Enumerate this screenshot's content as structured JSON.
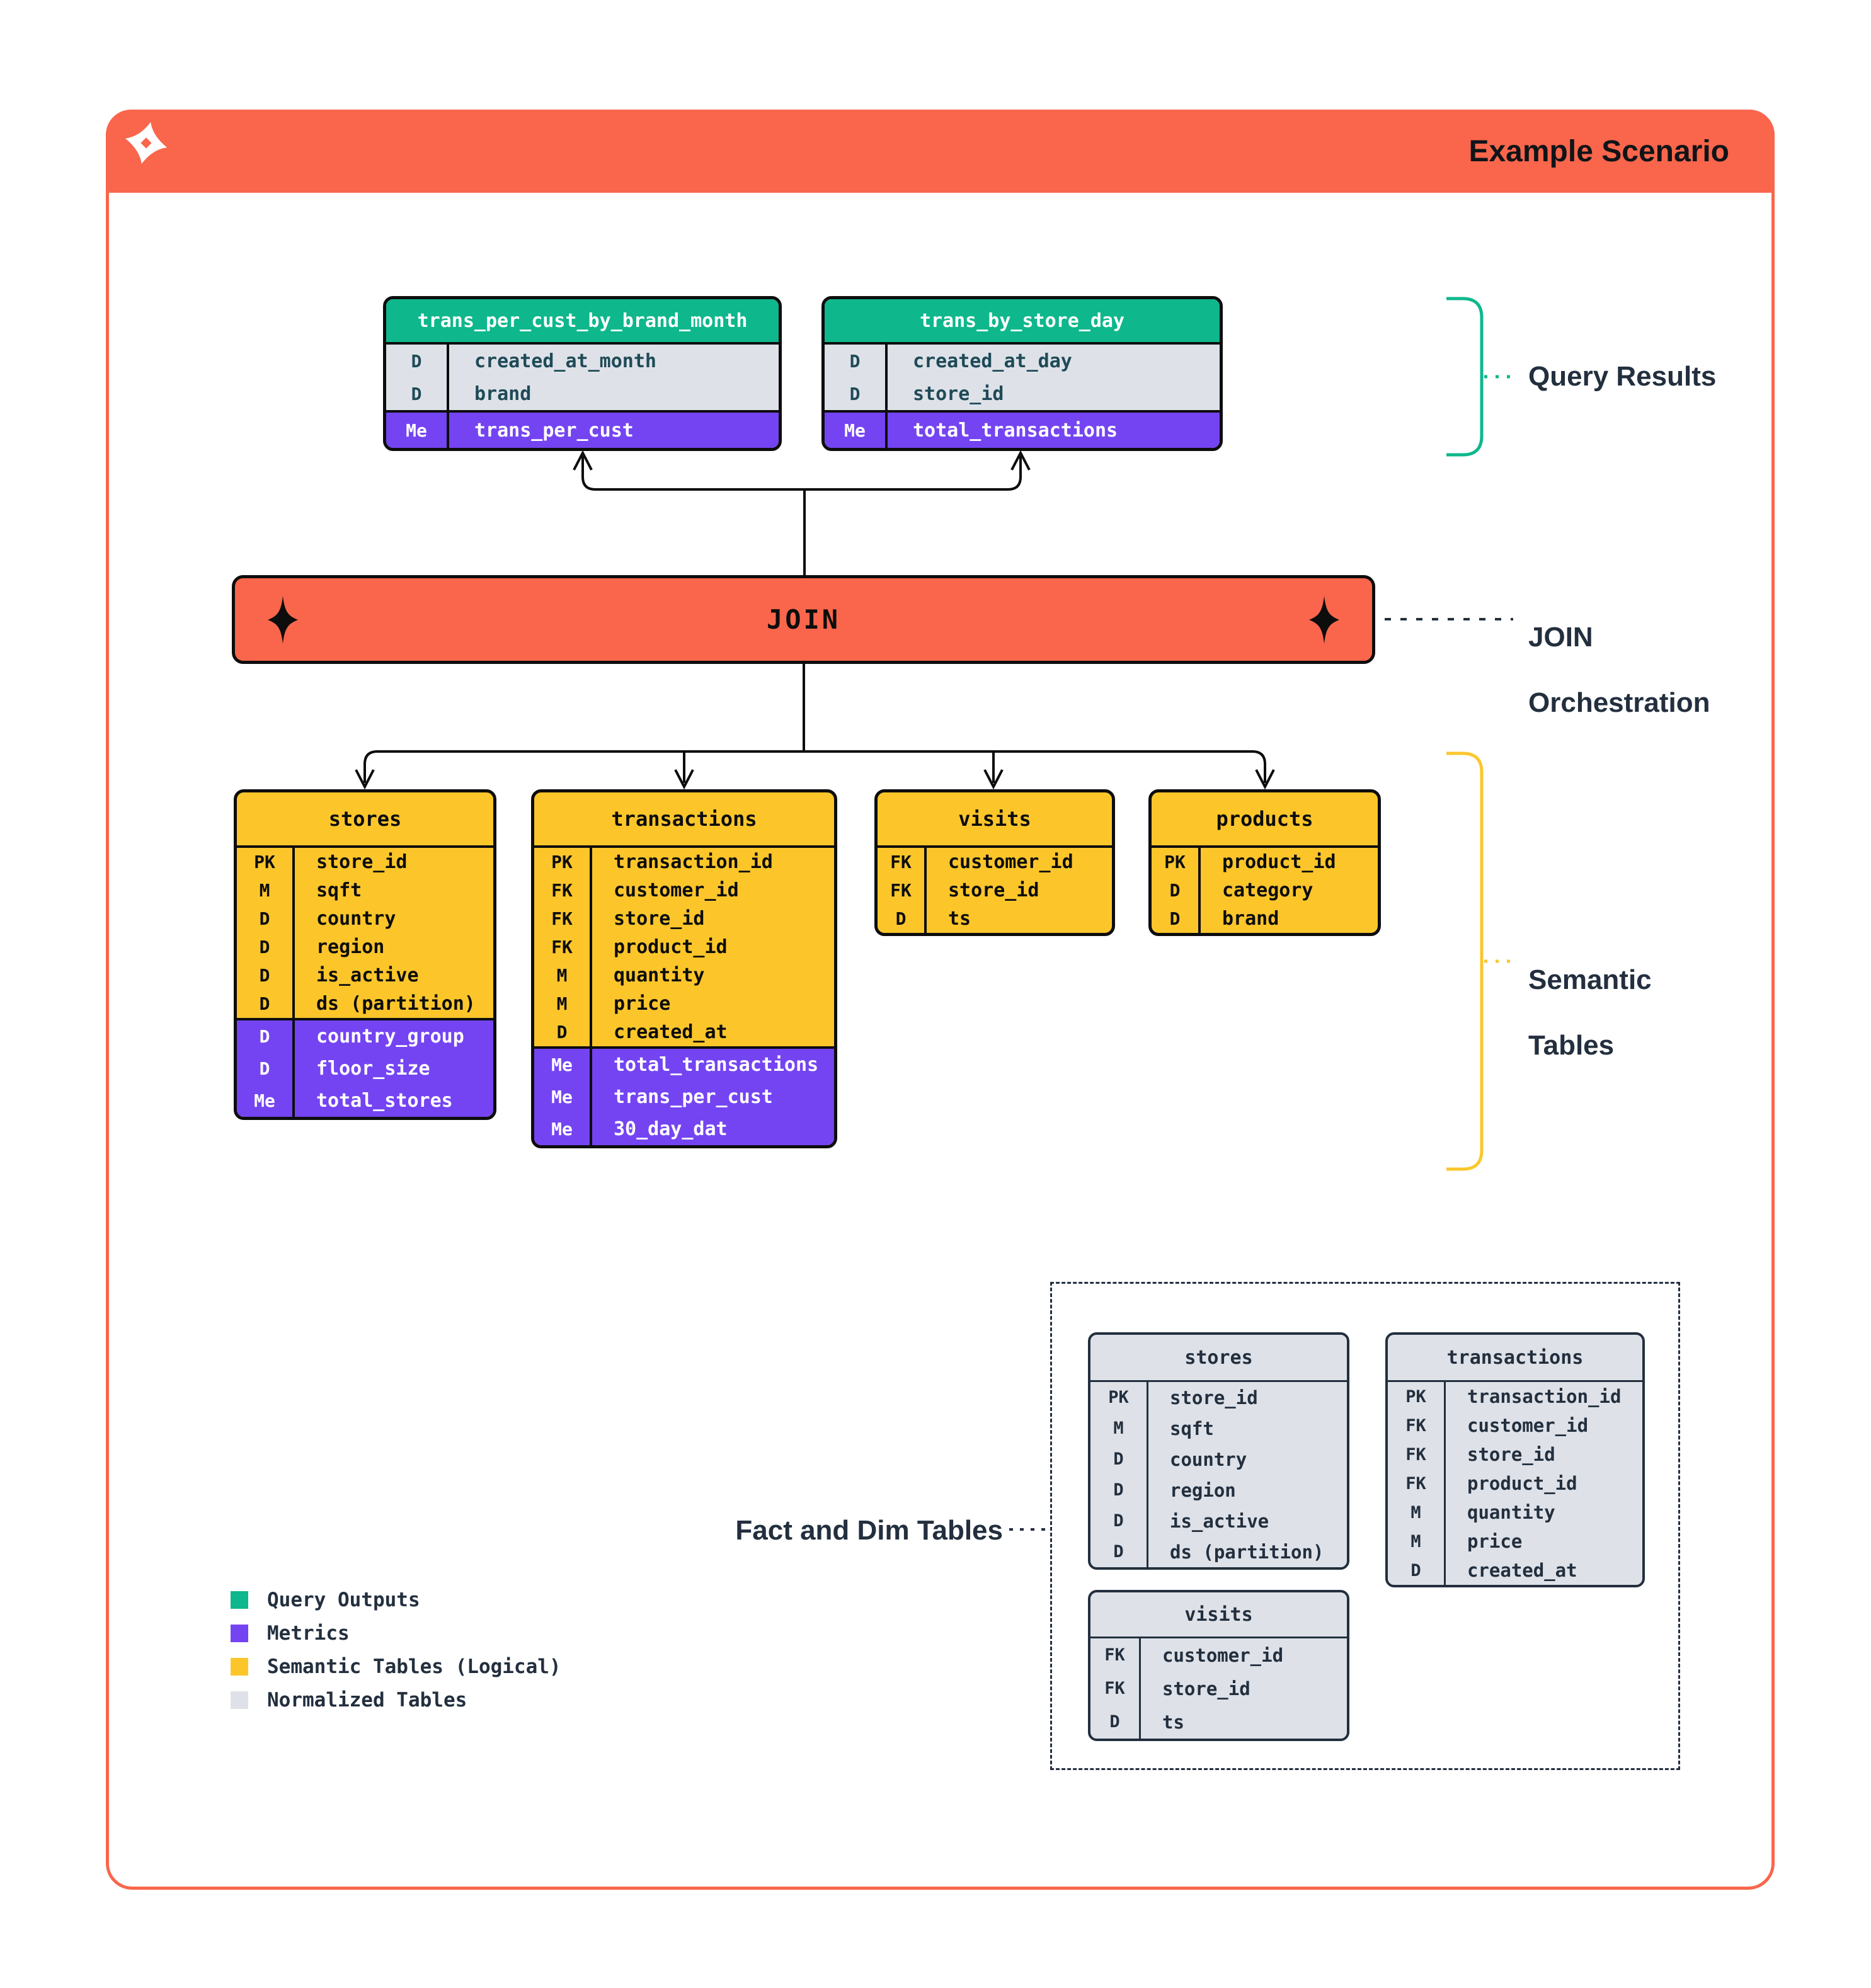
{
  "header": {
    "title": "Example Scenario"
  },
  "join": {
    "label": "JOIN"
  },
  "query_results_tables": [
    {
      "title": "trans_per_cust_by_brand_month",
      "rows": [
        {
          "k": "D",
          "n": "created_at_month"
        },
        {
          "k": "D",
          "n": "brand"
        }
      ],
      "metrics": [
        {
          "k": "Me",
          "n": "trans_per_cust"
        }
      ]
    },
    {
      "title": "trans_by_store_day",
      "rows": [
        {
          "k": "D",
          "n": "created_at_day"
        },
        {
          "k": "D",
          "n": "store_id"
        }
      ],
      "metrics": [
        {
          "k": "Me",
          "n": "total_transactions"
        }
      ]
    }
  ],
  "semantic_tables": [
    {
      "title": "stores",
      "rows": [
        {
          "k": "PK",
          "n": "store_id"
        },
        {
          "k": "M",
          "n": "sqft"
        },
        {
          "k": "D",
          "n": "country"
        },
        {
          "k": "D",
          "n": "region"
        },
        {
          "k": "D",
          "n": "is_active"
        },
        {
          "k": "D",
          "n": "ds (partition)"
        }
      ],
      "metrics": [
        {
          "k": "D",
          "n": "country_group"
        },
        {
          "k": "D",
          "n": "floor_size"
        },
        {
          "k": "Me",
          "n": "total_stores"
        }
      ]
    },
    {
      "title": "transactions",
      "rows": [
        {
          "k": "PK",
          "n": "transaction_id"
        },
        {
          "k": "FK",
          "n": "customer_id"
        },
        {
          "k": "FK",
          "n": "store_id"
        },
        {
          "k": "FK",
          "n": "product_id"
        },
        {
          "k": "M",
          "n": "quantity"
        },
        {
          "k": "M",
          "n": "price"
        },
        {
          "k": "D",
          "n": "created_at"
        }
      ],
      "metrics": [
        {
          "k": "Me",
          "n": "total_transactions"
        },
        {
          "k": "Me",
          "n": "trans_per_cust"
        },
        {
          "k": "Me",
          "n": "30_day_dat"
        }
      ]
    },
    {
      "title": "visits",
      "rows": [
        {
          "k": "FK",
          "n": "customer_id"
        },
        {
          "k": "FK",
          "n": "store_id"
        },
        {
          "k": "D",
          "n": "ts"
        }
      ]
    },
    {
      "title": "products",
      "rows": [
        {
          "k": "PK",
          "n": "product_id"
        },
        {
          "k": "D",
          "n": "category"
        },
        {
          "k": "D",
          "n": "brand"
        }
      ]
    }
  ],
  "normalized_tables": [
    {
      "title": "stores",
      "rows": [
        {
          "k": "PK",
          "n": "store_id"
        },
        {
          "k": "M",
          "n": "sqft"
        },
        {
          "k": "D",
          "n": "country"
        },
        {
          "k": "D",
          "n": "region"
        },
        {
          "k": "D",
          "n": "is_active"
        },
        {
          "k": "D",
          "n": "ds (partition)"
        }
      ]
    },
    {
      "title": "transactions",
      "rows": [
        {
          "k": "PK",
          "n": "transaction_id"
        },
        {
          "k": "FK",
          "n": "customer_id"
        },
        {
          "k": "FK",
          "n": "store_id"
        },
        {
          "k": "FK",
          "n": "product_id"
        },
        {
          "k": "M",
          "n": "quantity"
        },
        {
          "k": "M",
          "n": "price"
        },
        {
          "k": "D",
          "n": "created_at"
        }
      ]
    },
    {
      "title": "visits",
      "rows": [
        {
          "k": "FK",
          "n": "customer_id"
        },
        {
          "k": "FK",
          "n": "store_id"
        },
        {
          "k": "D",
          "n": "ts"
        }
      ]
    }
  ],
  "annotations": {
    "query_results": "Query Results",
    "join_orchestration": [
      "JOIN",
      "Orchestration"
    ],
    "semantic_tables": [
      "Semantic",
      "Tables"
    ],
    "fact_dim": "Fact and Dim Tables"
  },
  "legend": {
    "items": [
      {
        "label": "Query Outputs",
        "color": "#0EB78C"
      },
      {
        "label": "Metrics",
        "color": "#7444F2"
      },
      {
        "label": "Semantic Tables (Logical)",
        "color": "#FCC62B"
      },
      {
        "label": "Normalized Tables",
        "color": "#DEE2E8"
      }
    ]
  },
  "colors": {
    "orange": "#F9664B",
    "green": "#0EB78C",
    "purple": "#7444F2",
    "yellow": "#FCC62B",
    "gray": "#DEE2E8",
    "navy": "#232F3E",
    "ink": "#0D0D0D",
    "teal_text": "#1F4A57"
  }
}
